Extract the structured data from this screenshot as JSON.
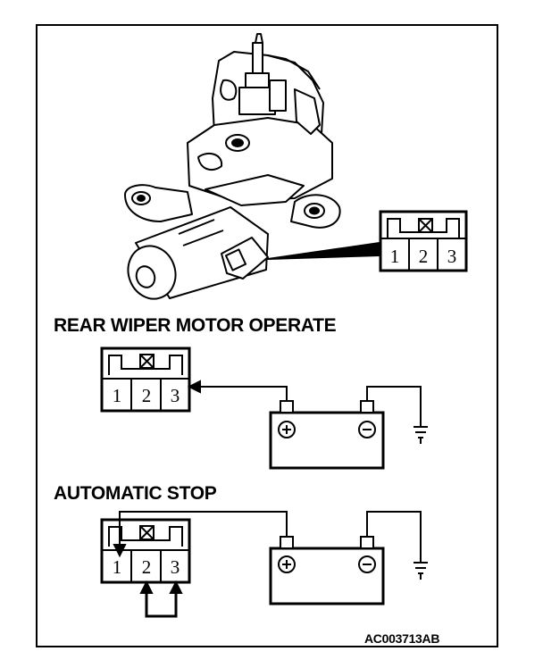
{
  "diagram": {
    "section_operate": "REAR WIPER MOTOR OPERATE",
    "section_stop": "AUTOMATIC STOP",
    "reference_code": "AC003713AB",
    "connector": {
      "terminals": [
        "1",
        "2",
        "3"
      ]
    },
    "battery": {
      "positive": "+",
      "negative": "−"
    },
    "colors": {
      "ink": "#000000",
      "paper": "#ffffff"
    }
  }
}
